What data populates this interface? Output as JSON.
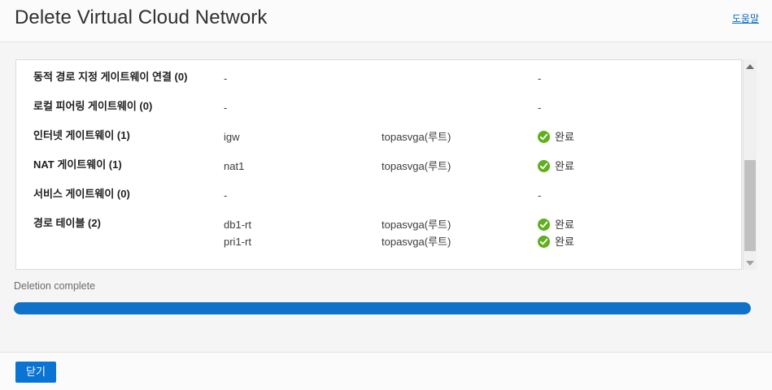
{
  "header": {
    "title": "Delete Virtual Cloud Network",
    "help_label": "도움말"
  },
  "resources": {
    "rows": [
      {
        "label": "동적 경로 지정 게이트웨이 연결 (0)",
        "names": [
          "-"
        ],
        "compartments": [
          ""
        ],
        "statuses": [
          {
            "icon": "",
            "text": "-"
          }
        ]
      },
      {
        "label": "로컬 피어링 게이트웨이 (0)",
        "names": [
          "-"
        ],
        "compartments": [
          ""
        ],
        "statuses": [
          {
            "icon": "",
            "text": "-"
          }
        ]
      },
      {
        "label": "인터넷 게이트웨이 (1)",
        "names": [
          "igw"
        ],
        "compartments": [
          "topasvga(루트)"
        ],
        "statuses": [
          {
            "icon": "check-circle-icon",
            "text": "완료"
          }
        ]
      },
      {
        "label": "NAT 게이트웨이 (1)",
        "names": [
          "nat1"
        ],
        "compartments": [
          "topasvga(루트)"
        ],
        "statuses": [
          {
            "icon": "check-circle-icon",
            "text": "완료"
          }
        ]
      },
      {
        "label": "서비스 게이트웨이 (0)",
        "names": [
          "-"
        ],
        "compartments": [
          ""
        ],
        "statuses": [
          {
            "icon": "",
            "text": "-"
          }
        ]
      },
      {
        "label": "경로 테이블 (2)",
        "names": [
          "db1-rt",
          "pri1-rt"
        ],
        "compartments": [
          "topasvga(루트)",
          "topasvga(루트)"
        ],
        "statuses": [
          {
            "icon": "check-circle-icon",
            "text": "완료"
          },
          {
            "icon": "check-circle-icon",
            "text": "완료"
          }
        ]
      }
    ]
  },
  "scrollbar": {
    "up_arrow": "scroll-up-arrow",
    "down_arrow": "scroll-down-arrow"
  },
  "progress": {
    "label": "Deletion complete",
    "percent": 100,
    "fill_color": "#0f71c7"
  },
  "footer": {
    "close_label": "닫기"
  },
  "colors": {
    "accent": "#0a74d4",
    "link": "#0a6cbf",
    "success": "#5faf1e"
  }
}
